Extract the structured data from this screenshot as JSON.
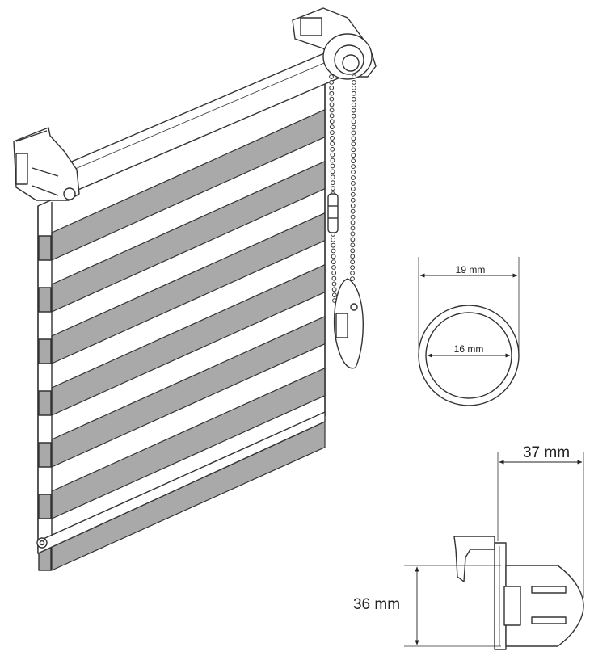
{
  "dimensions": {
    "tube_outer": "19 mm",
    "tube_inner": "16 mm",
    "bracket_width": "37 mm",
    "bracket_height": "36 mm"
  },
  "colors": {
    "stroke": "#333333",
    "stripe_dark": "#a9a9a9",
    "stripe_light": "#ffffff",
    "background": "#ffffff"
  },
  "icons": {
    "roller_blind": "roller-blind-illustration",
    "tube_section": "tube-cross-section",
    "bracket": "end-bracket-side-view"
  }
}
